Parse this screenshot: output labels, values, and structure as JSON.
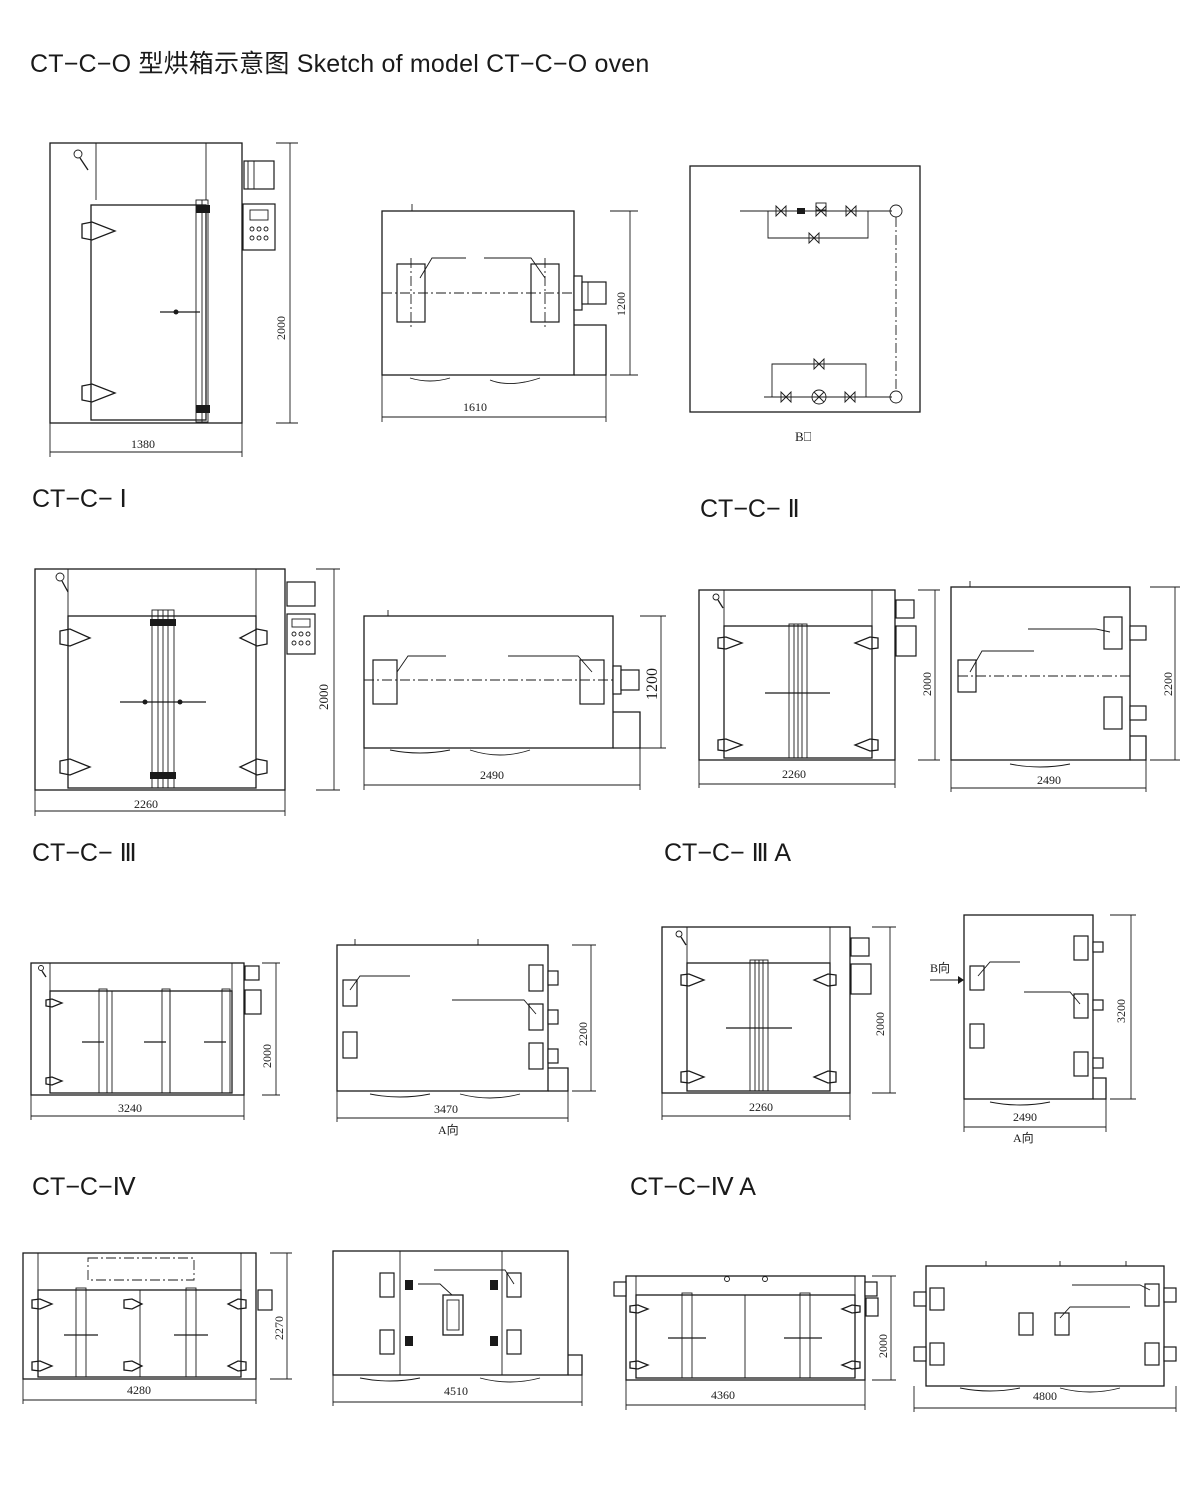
{
  "title": "CT−C−O 型烘箱示意图 Sketch of model CT−C−O oven",
  "models": {
    "i": "CT−C− Ⅰ",
    "ii": "CT−C− Ⅱ",
    "iii": "CT−C− Ⅲ",
    "iiia": "CT−C− Ⅲ A",
    "iv": "CT−C−Ⅳ",
    "iva": "CT−C−Ⅳ A"
  },
  "labels": {
    "b_view": "B⎕",
    "b_dir": "B向",
    "a_dir": "A向"
  },
  "dimensions": {
    "o_front_w": "1380",
    "o_front_h": "2000",
    "o_side_w": "1610",
    "o_side_h": "1200",
    "i_front_w": "2260",
    "i_front_h": "2000",
    "i_side_w": "2490",
    "i_side_h": "1200",
    "ii_front_w": "2260",
    "ii_front_h": "2000",
    "ii_side_w": "2490",
    "ii_side_h": "2200",
    "iii_front_w": "3240",
    "iii_front_h": "2000",
    "iii_side_w": "3470",
    "iii_side_h": "2200",
    "iiia_front_w": "2260",
    "iiia_front_h": "2000",
    "iiia_side_w": "2490",
    "iiia_side_h": "3200",
    "iv_front_w": "4280",
    "iv_front_h": "2270",
    "iv_side_w": "4510",
    "iva_front_w": "4360",
    "iva_front_h": "2000",
    "iva_side_w": "4800"
  }
}
